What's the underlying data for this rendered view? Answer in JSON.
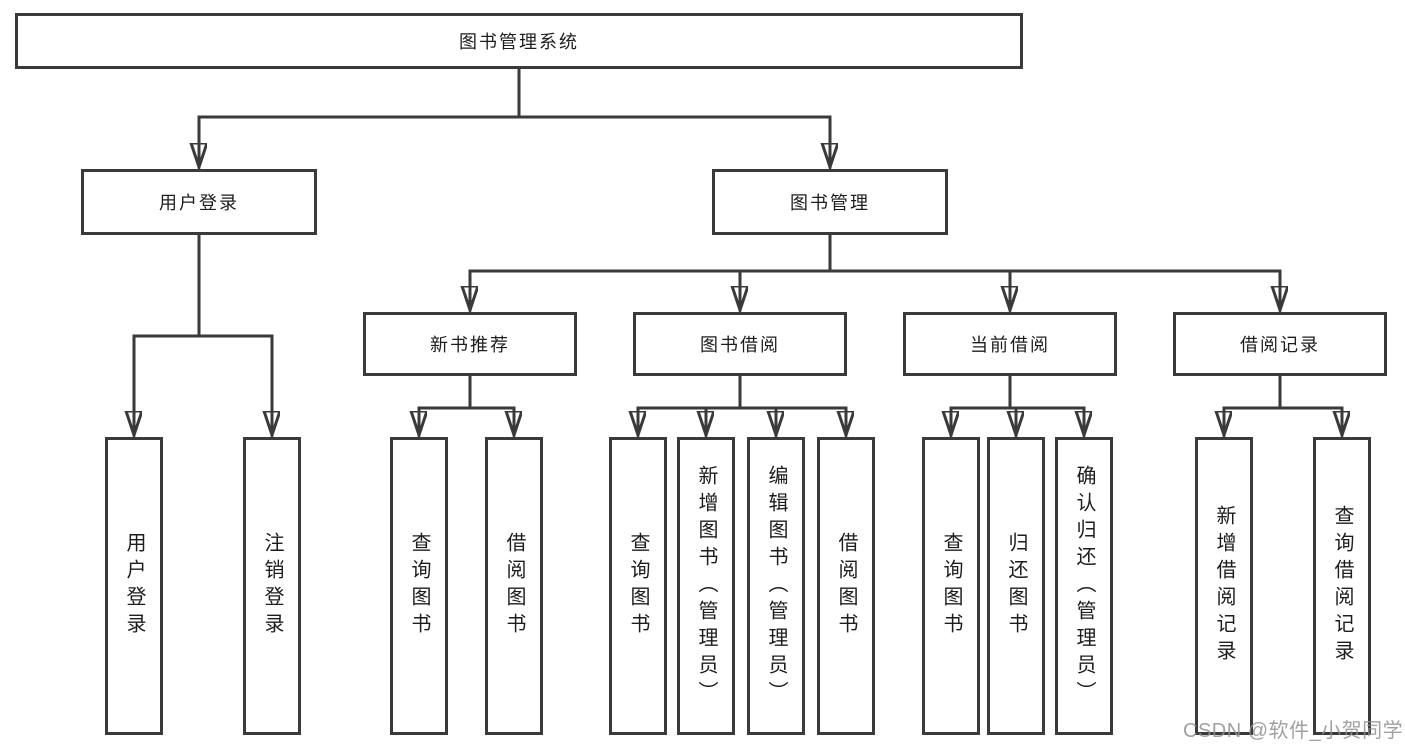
{
  "tree": {
    "label": "图书管理系统",
    "children": [
      {
        "label": "用户登录",
        "children": [
          {
            "label": "用户登录"
          },
          {
            "label": "注销登录"
          }
        ]
      },
      {
        "label": "图书管理",
        "children": [
          {
            "label": "新书推荐",
            "children": [
              {
                "label": "查询图书"
              },
              {
                "label": "借阅图书"
              }
            ]
          },
          {
            "label": "图书借阅",
            "children": [
              {
                "label": "查询图书"
              },
              {
                "label": "新增图书（管理员）"
              },
              {
                "label": "编辑图书（管理员）"
              },
              {
                "label": "借阅图书"
              }
            ]
          },
          {
            "label": "当前借阅",
            "children": [
              {
                "label": "查询图书"
              },
              {
                "label": "归还图书"
              },
              {
                "label": "确认归还（管理员）"
              }
            ]
          },
          {
            "label": "借阅记录",
            "children": [
              {
                "label": "新增借阅记录"
              },
              {
                "label": "查询借阅记录"
              }
            ]
          }
        ]
      }
    ]
  },
  "watermark": {
    "text": "CSDN @软件_小贺同学"
  },
  "colors": {
    "line": "#3a3a3a",
    "box_border": "#3a3a3a",
    "box_fill": "#ffffff",
    "text": "#1d1d1d",
    "watermark": "#919191"
  }
}
